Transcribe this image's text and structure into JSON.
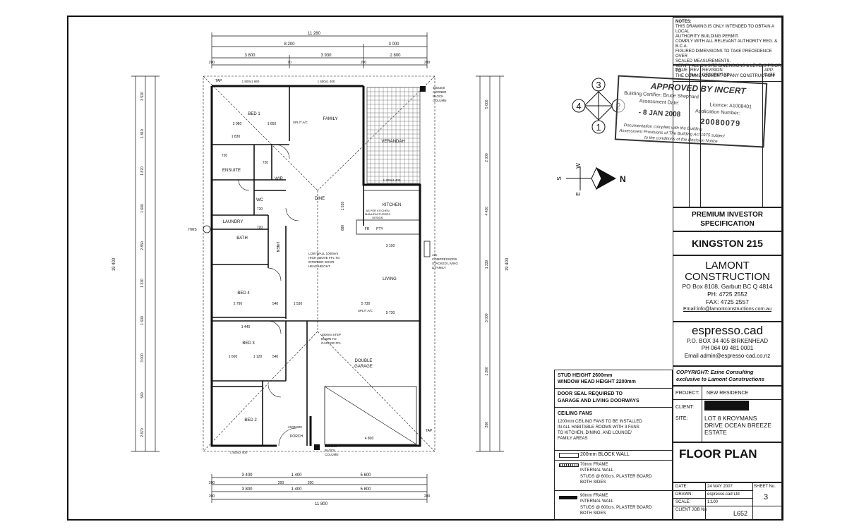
{
  "notes": {
    "heading": "NOTES:",
    "lines": [
      "THIS DRAWING IS ONLY INTENDED TO OBTAIN A LOCAL",
      "AUTHORITY BUILDING PERMIT.",
      "COMPLY WITH ALL RELEVANT AUTHORITY REG. & B.C.A.",
      "FIGURED DIMENSIONS TO TAKE PRECEDENCE OVER",
      "SCALED MEASUREMENTS.",
      "VERIFY ALL ON SITE DIMENSIONS & LEVELS PRIOR TO",
      "THE COMMENCEMENT OF ANY CONSTRUCTION"
    ]
  },
  "revision_table": {
    "issue": "ISSUE",
    "rev": "REV",
    "no": "No.",
    "revision": "REVISION",
    "description": "DESCRIPTION",
    "app": "APP.",
    "date": "DATE"
  },
  "stamp": {
    "approved": "APPROVED BY",
    "incert": "INCERT",
    "certifier": "Building Certifier: Bruce Shephard",
    "licence": "Licence: A1008401",
    "assessment_date": "Assessment Date:",
    "application_number": "Application Number:",
    "date_value": "- 8 JAN 2008",
    "number_value": "20080079",
    "documentation_line1": "Documentation complies with the Building",
    "documentation_line2": "Assessment Provisions of The Building Act 1975 subject",
    "documentation_line3": "to the conditions of the Decision Notice",
    "color": "#333333"
  },
  "compass": {
    "n": "N",
    "s": "S",
    "e": "E",
    "w": "W",
    "c1": "1",
    "c2": "2",
    "c3": "3",
    "c4": "4"
  },
  "specification": "PREMIUM INVESTOR SPECIFICATION",
  "model": "KINGSTON 215",
  "builder": {
    "name_line1": "LAMONT",
    "name_line2": "CONSTRUCTION",
    "address": "PO Box 8108, Garbutt BC Q 4814",
    "phone": "PH: 4725 2552",
    "fax": "FAX: 4725 2557",
    "email": "Email:info@lamontconstructions.com.au"
  },
  "cad": {
    "name": "espresso.cad",
    "address": "P.O. BOX  34 405 BIRKENHEAD",
    "phone": "PH 064 09 481 0001",
    "email": "Email  admin@espresso-cad.co.nz"
  },
  "copyright": {
    "line1": "COPYRIGHT: Ezine Consulting",
    "line2": "exclusive to Lamont Constructions"
  },
  "project": {
    "project_label": "PROJECT:",
    "project_value": "NEW RESIDENCE",
    "client_label": "CLIENT:",
    "site_label": "SITE:",
    "site_line1": "LOT 8 KROYMANS",
    "site_line2": "DRIVE OCEAN BREEZE",
    "site_line3": "ESTATE"
  },
  "drawing": {
    "title": "FLOOR PLAN",
    "date_label": "DATE:",
    "date_value": "24 MAY 2007",
    "drawn_label": "DRAWN:",
    "drawn_value": "espresso.cad Ltd",
    "scale_label": "SCALE:",
    "scale_value": "1:100",
    "client_job_label": "CLIENT JOB No:",
    "client_job_value": "L652",
    "sheet_label": "SHEET No.",
    "sheet_value": "3"
  },
  "general_notes": {
    "stud_height": "STUD HEIGHT 2600mm",
    "window_head": "WINDOW HEAD HEIGHT 2200mm",
    "door_seal_line1": "DOOR SEAL REQUIRED TO",
    "door_seal_line2": "GARAGE AND LIVING DOORWAYS",
    "ceiling_fans_title": "CEILING FANS",
    "ceiling_fans_line1": "1200mm CEILING FANS TO BE INSTALLED",
    "ceiling_fans_line2": "IN ALL HABITABLE ROOMS WITH 3 FANS",
    "ceiling_fans_line3": "TO KITCHEN, DINING, AND LOUNGE/",
    "ceiling_fans_line4": "FAMILY AREAS"
  },
  "legend": {
    "block_wall": "200mm BLOCK WALL",
    "frame70_line1": "70mm FRAME",
    "frame70_line2": "INTERNAL WALL",
    "frame70_line3": "STUDS @ 600crs. PLASTER BOARD",
    "frame70_line4": "BOTH SIDES",
    "frame90_line1": "90mm FRAME",
    "frame90_line2": "INTERNAL WALL",
    "frame90_line3": "STUDS @ 600crs. PLASTER BOARD",
    "frame90_line4": "BOTH SIDES"
  },
  "rooms": {
    "bed1": "BED 1",
    "family": "FAMILY",
    "verandah": "VERANDAH",
    "ensuite": "ENSUITE",
    "wir": "WIR",
    "wc": "WC",
    "dine": "DINE",
    "kitchen": "KITCHEN",
    "laundry": "LAUNDRY",
    "bath": "BATH",
    "linen": "LINEN",
    "living": "LIVING",
    "bed4": "BED 4",
    "bed3": "BED 3",
    "double_garage_line1": "DOUBLE",
    "double_garage_line2": "GARAGE",
    "bed2": "BED 2",
    "porch": "PORCH",
    "fr": "FR",
    "pty": "PTY"
  },
  "plan_notes": {
    "tap_top": "TAP",
    "tap_right": "TAP",
    "corner_column_line1": "400x400",
    "corner_column_line2": "CORNER",
    "corner_column_line3": "BLOCK",
    "corner_column_line4": "COLUMN",
    "split_ac_1": "SPLIT A/C",
    "split_ac_2": "SPLIT A/C",
    "hws": "HWS",
    "kitchen_note_line1": "AS PER KITCHEN",
    "kitchen_note_line2": "MANUFACTURERS",
    "kitchen_note_line3": "DESIGN",
    "low_wall_line1": "LOW WALL 1000mm",
    "low_wall_line2": "HIGH ABOVE FFL TO",
    "low_wall_line3": "INTERIOR DOOR",
    "low_wall_line4": "HEAD HEIGHT",
    "ac_line1": "A/C",
    "ac_line2": "COMPRESSORS",
    "ac_line3": "STACKED LIVING",
    "ac_line4": "& FAMILY",
    "step_line1": "100mm STEP",
    "step_line2": "DOWN TO",
    "step_line3": "GARAGE FFL",
    "porch_column_line1": "300x300",
    "porch_column_line2": "BLOCK",
    "porch_column_line3": "COLUMN",
    "porch_size": "2100x900"
  },
  "dims": {
    "top_overall": "11 280",
    "top_left": "8 200",
    "top_right": "3 000",
    "top_s1": "3 800",
    "top_s2": "3 930",
    "top_s3": "2 800",
    "top_200a": "200",
    "top_70a": "70",
    "top_200b": "200",
    "top_200c": "200",
    "bed1_w": "2 080",
    "bed1_w2": "1 650",
    "bed1_w3": "1 830",
    "dim_1500_860": "1 500x1 860",
    "dim_1500_400": "1 500x1 400",
    "dim_720a": "720",
    "dim_720b": "720",
    "dim_720c": "720",
    "dim_720d": "720",
    "dim_1620": "1 620",
    "dim_680": "680",
    "dim_3100": "3 100",
    "dim_2790": "2 790",
    "dim_540a": "540",
    "dim_1530": "1 530",
    "dim_5730a": "5 730",
    "dim_5730b": "5 730",
    "dim_1440": "1 440",
    "dim_1600": "1 600",
    "dim_1120": "1 120",
    "dim_540b": "540",
    "dim_4800": "4 800",
    "dim_1200x400": "1 200x1 400",
    "dim_1500x2400": "1 500x2 400",
    "bot_s1": "3 400",
    "bot_s2": "1 400",
    "bot_s3": "5 600",
    "bot_s4": "3 800",
    "bot_s5": "1 400",
    "bot_s6": "5 800",
    "bot_overall": "11 800",
    "bot_200a": "200",
    "bot_200b": "200",
    "bot_200c": "200",
    "bot_200d": "200",
    "bot_200e": "200",
    "left_overall": "19 400",
    "right_overall": "19 400",
    "left_list": [
      "3 520",
      "1 810",
      "1 870",
      "1 600",
      "2 850",
      "1 330",
      "1 600",
      "3 000",
      "540",
      "2 870"
    ],
    "right_list": [
      "5 000",
      "2 000",
      "4 430",
      "1 330",
      "3 000",
      "1 200",
      "200"
    ]
  }
}
